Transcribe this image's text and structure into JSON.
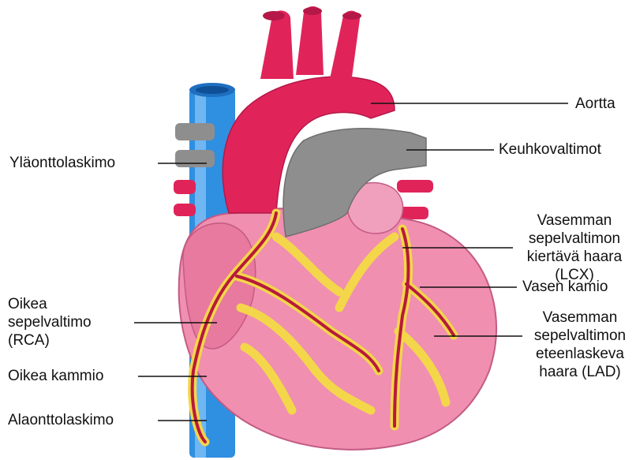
{
  "labels": {
    "aortta": "Aortta",
    "keuhkovaltimot": "Keuhkovaltimot",
    "ylaonttolaskimo": "Yläonttolaskimo",
    "lcx": "Vasemman\nsepelvaltimon\nkiertävä haara (LCX)",
    "vasen_kamio": "Vasen kamio",
    "rca": "Oikea\nsepelvaltimo\n(RCA)",
    "lad": "Vasemman\nsepelvaltimon\neteenlaskeva\nhaara (LAD)",
    "oikea_kammio": "Oikea kammio",
    "alaonttolaskimo": "Alaonttolaskimo"
  },
  "colors": {
    "aorta": "#e0245a",
    "heart": "#f08fb0",
    "heart_shade": "#d96a92",
    "pulmonary": "#8e8e8e",
    "vena_cava": "#2f8fe0",
    "coronary_fat": "#f3d64a",
    "coronary_artery": "#b8193c"
  }
}
